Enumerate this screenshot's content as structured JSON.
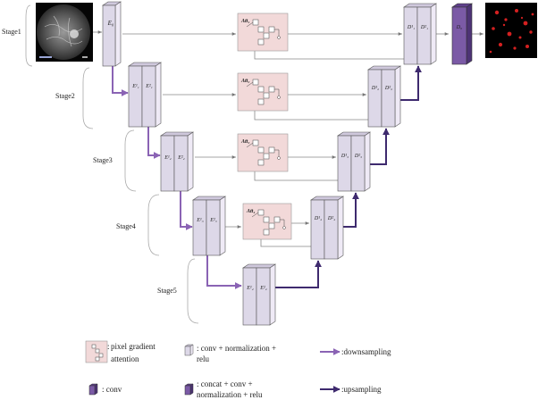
{
  "stages": [
    {
      "label": "Stage1"
    },
    {
      "label": "Stage2"
    },
    {
      "label": "Stage3"
    },
    {
      "label": "Stage4"
    },
    {
      "label": "Stage5"
    }
  ],
  "encoder_blocks": [
    {
      "labels": [
        "E₀"
      ]
    },
    {
      "labels": [
        "E¹₁",
        "E²₁"
      ]
    },
    {
      "labels": [
        "E¹₂",
        "E²₂"
      ]
    },
    {
      "labels": [
        "E¹₃",
        "E²₃"
      ]
    },
    {
      "labels": [
        "E¹₄",
        "E²₄"
      ]
    }
  ],
  "decoder_blocks": [
    {
      "labels": [
        "D¹₁",
        "D²₁"
      ]
    },
    {
      "labels": [
        "D¹₂",
        "D²₂"
      ]
    },
    {
      "labels": [
        "D¹₃",
        "D²₃"
      ]
    },
    {
      "labels": [
        "D¹₄",
        "D²₄"
      ]
    }
  ],
  "output_block": {
    "label": "D₀"
  },
  "attention_blocks": [
    {
      "label": "Att₁"
    },
    {
      "label": "Att₂"
    },
    {
      "label": "Att₃"
    },
    {
      "label": "Att₄"
    }
  ],
  "legend": {
    "pixel_gradient_attention": [
      "pixel gradient",
      "attention"
    ],
    "conv_norm_relu": [
      ": conv + normalization +",
      "relu"
    ],
    "downsampling": ":downsampling",
    "conv": ": conv",
    "concat_conv": [
      ": concat + conv +",
      "normalization + relu"
    ],
    "upsampling": ":upsampling"
  },
  "colors": {
    "block_face": "#ddd8e8",
    "block_side": "#efeaf6",
    "block_top": "#cfc8dc",
    "dark_block": "#7b5aa6",
    "attention_fill": "#f2d9d9",
    "downsample_arrow": "#8a63b4",
    "upsample_arrow": "#3e2a6e"
  },
  "icons": {
    "input_image": "fundus-image",
    "output_image": "segmentation-map"
  }
}
